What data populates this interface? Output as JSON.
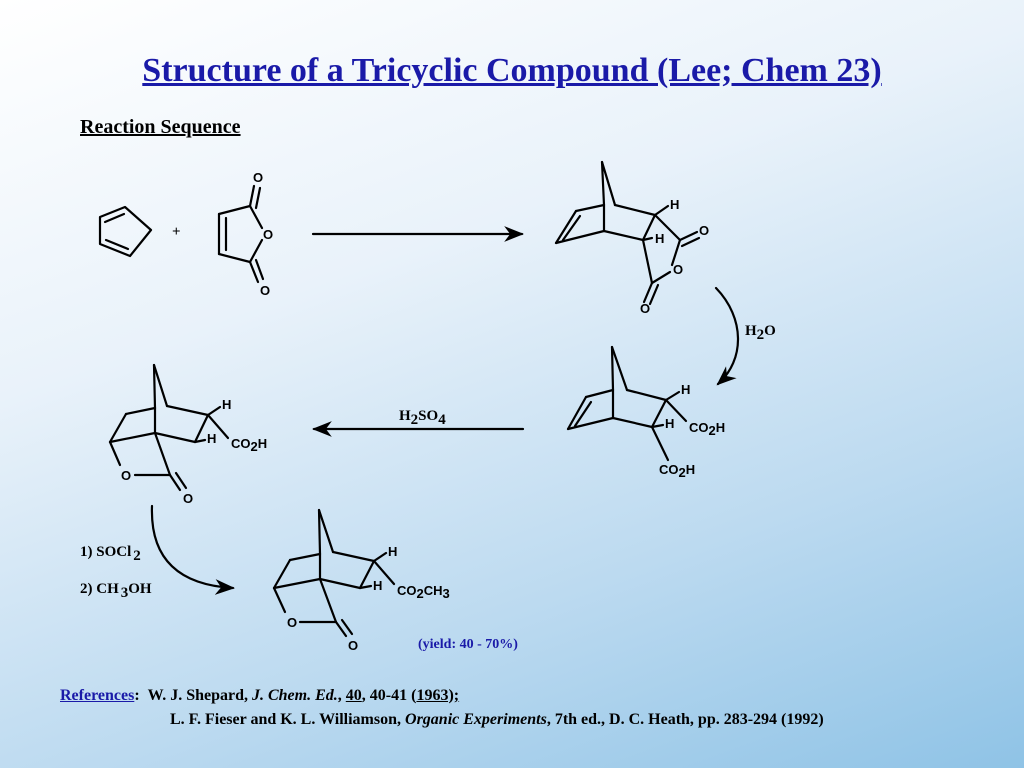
{
  "title": "Structure of a Tricyclic Compound (Lee; Chem 23)",
  "subtitle": "Reaction Sequence",
  "scheme": {
    "plus": "+",
    "atom_O": "O",
    "atom_H": "H",
    "co2h_main": "CO",
    "co2h_sub": "2",
    "co2h_end": "H",
    "co2ch3_end": "CH",
    "co2ch3_sub": "3",
    "h2o_H": "H",
    "h2o_sub": "2",
    "h2o_O": "O",
    "h2so4_H": "H",
    "h2so4_sub1": "2",
    "h2so4_SO": "SO",
    "h2so4_sub2": "4",
    "step1_prefix": "1) SOCl",
    "step1_sub": "2",
    "step2_prefix": "2) CH",
    "step2_sub": "3",
    "step2_end": "OH",
    "yield": "(yield:  40 - 70%)"
  },
  "references": {
    "label": "References",
    "colon": ":",
    "ref1_authors": "W. J. Shepard, ",
    "ref1_journal": "J. Chem. Ed.",
    "ref1_sep1": ", ",
    "ref1_volume": "40",
    "ref1_pages": ", 40-41 (",
    "ref1_year": "1963);",
    "ref2_authors": "L. F. Fieser and K. L. Williamson, ",
    "ref2_book": "Organic Experiments",
    "ref2_rest": ", 7th ed., D. C. Heath, pp. 283-294 (1992)"
  },
  "colors": {
    "title": "#1a1aa8",
    "yield": "#1a1aa8"
  }
}
